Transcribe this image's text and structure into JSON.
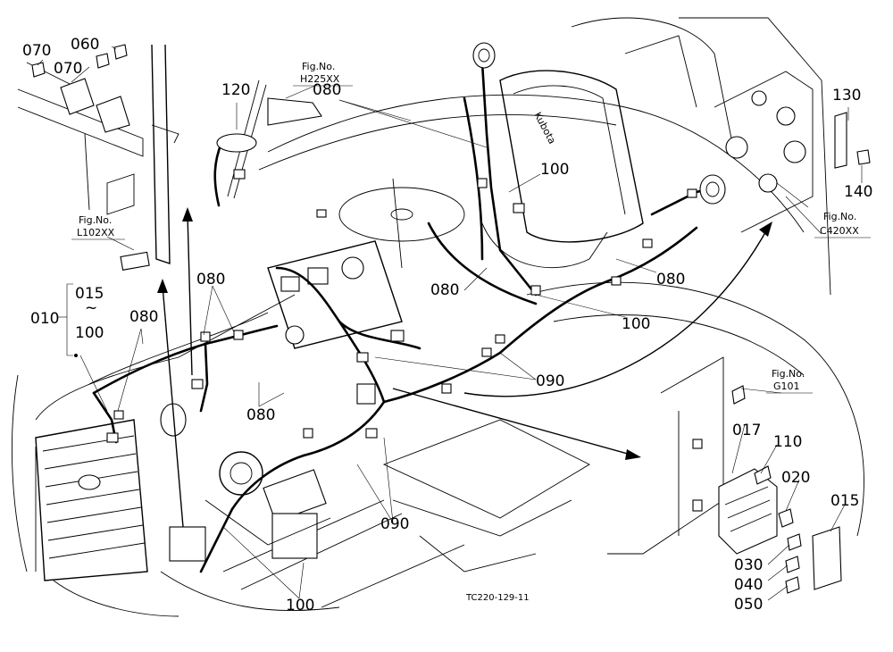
{
  "callouts": {
    "c060": "060",
    "c070a": "070",
    "c070b": "070",
    "c120": "120",
    "c080_top": "080",
    "c100_seat": "100",
    "c130": "130",
    "c140": "140",
    "c080_mid": "080",
    "c080_left_a": "080",
    "c080_left_b": "080",
    "c010": "010",
    "c015_range": "015",
    "c_tilde": "~",
    "c100_range": "100",
    "c080_low": "080",
    "c080_right": "080",
    "c100_right": "100",
    "c090_mid": "090",
    "c090_low": "090",
    "c100_bottom": "100",
    "c017": "017",
    "c110": "110",
    "c020": "020",
    "c015": "015",
    "c030": "030",
    "c040": "040",
    "c050": "050"
  },
  "figrefs": {
    "h225": {
      "label": "Fig.No.",
      "code": "H225XX"
    },
    "l102": {
      "label": "Fig.No.",
      "code": "L102XX"
    },
    "c420": {
      "label": "Fig.No.",
      "code": "C420XX"
    },
    "g101": {
      "label": "Fig.No.",
      "code": "G101"
    }
  },
  "drawing_code": "TC220-129-11",
  "seat_brand": "Kubota"
}
